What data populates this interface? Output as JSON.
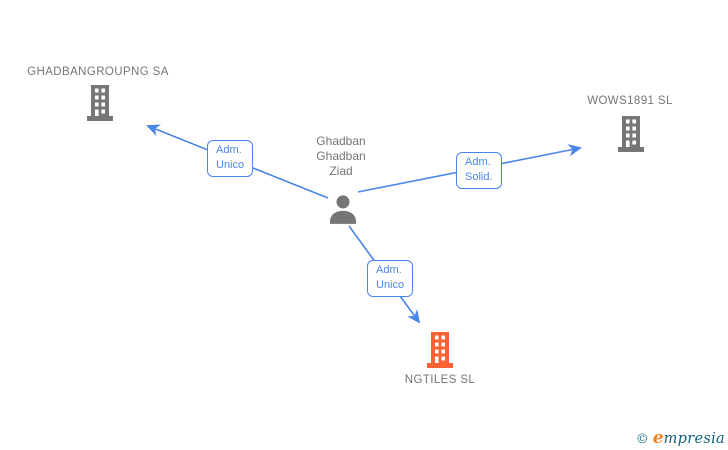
{
  "diagram": {
    "person": {
      "name": "Ghadban\nGhadban\nZiad"
    },
    "companies": [
      {
        "id": "ghadbangroupng-sa",
        "name": "GHADBANGROUPNG SA",
        "icon": "building-icon",
        "color": "#767676"
      },
      {
        "id": "wows1891-sl",
        "name": "WOWS1891  SL",
        "icon": "building-icon",
        "color": "#767676"
      },
      {
        "id": "ngtiles-sl",
        "name": "NGTILES  SL",
        "icon": "building-icon",
        "color": "#fb6132"
      }
    ],
    "edges": [
      {
        "from": "person",
        "to": "ghadbangroupng-sa",
        "label": "Adm.\nUnico"
      },
      {
        "from": "person",
        "to": "wows1891-sl",
        "label": "Adm.\nSolid."
      },
      {
        "from": "person",
        "to": "ngtiles-sl",
        "label": "Adm.\nUnico"
      }
    ],
    "colors": {
      "edge_blue": "#4a86e8",
      "node_gray": "#767676",
      "highlight_orange": "#fb6132"
    }
  },
  "footer": {
    "copyright": "©",
    "brand_initial": "e",
    "brand_rest": "mpresia"
  }
}
